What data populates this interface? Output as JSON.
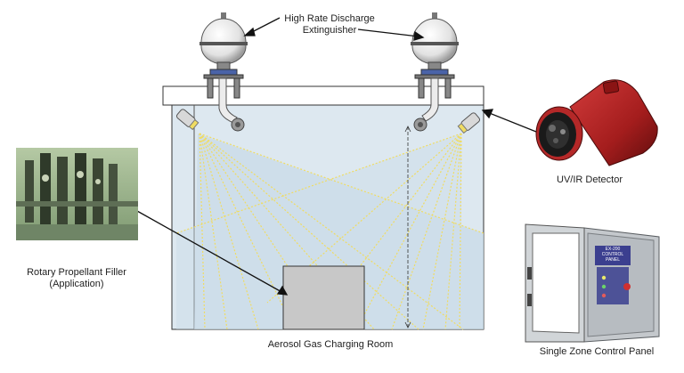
{
  "labels": {
    "extinguisher": "High Rate Discharge\nExtinguisher",
    "detector": "UV/IR Detector",
    "filler": "Rotary Propellant Filler\n(Application)",
    "room": "Aerosol Gas Charging Room",
    "panel": "Single Zone Control Panel"
  },
  "panel_sign": {
    "line1": "EX-200",
    "line2": "CONTROL PANEL"
  },
  "colors": {
    "room_fill": "#dde8f0",
    "discharge_fill": "#cfe0ec",
    "detector_ray": "#f0dc62",
    "detector_red": "#a41d1d",
    "panel_cabinet": "#c4c8cc",
    "filler_photo": "#8aa77d"
  },
  "icons": [
    "extinguisher-icon",
    "detector-icon",
    "detector-photo",
    "filler-photo",
    "control-panel-photo"
  ]
}
